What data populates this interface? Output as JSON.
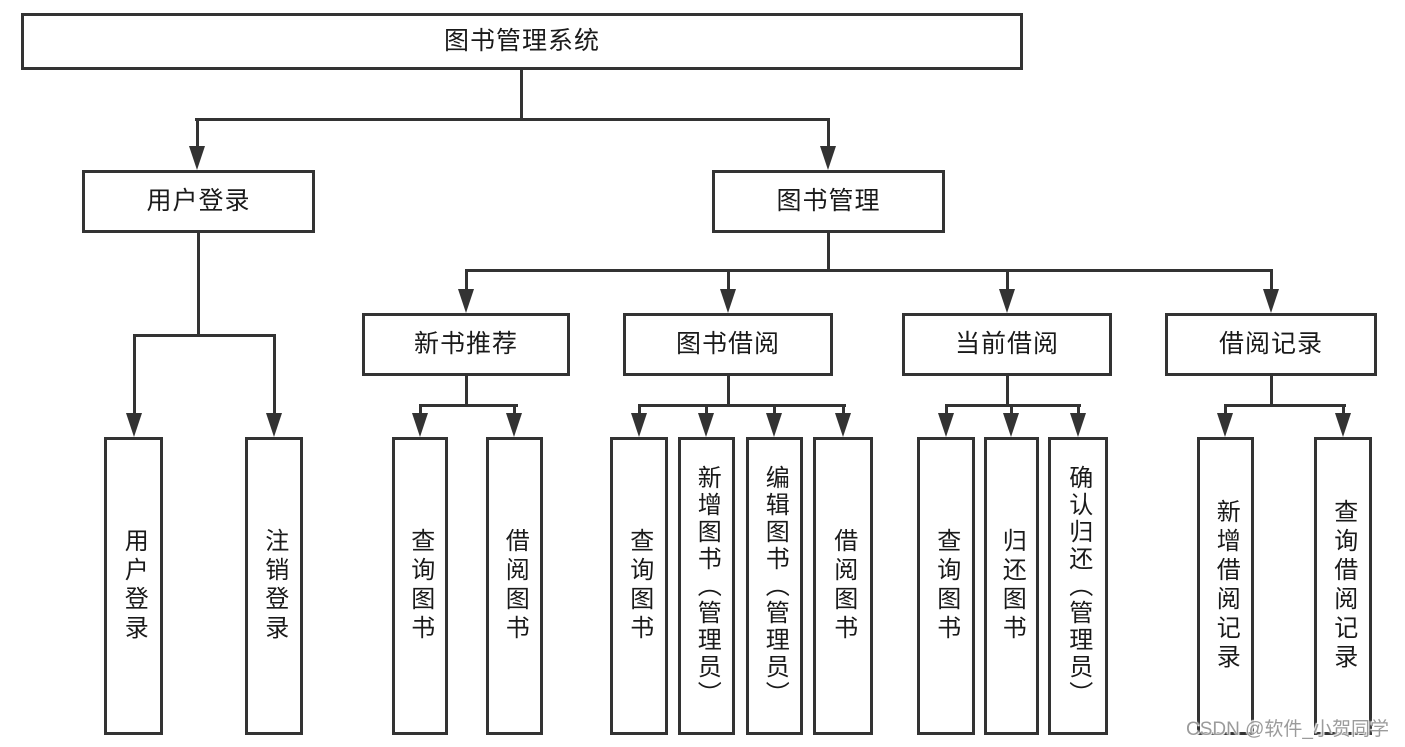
{
  "nodes": {
    "root": "图书管理系统",
    "user_login": "用户登录",
    "book_mgmt": "图书管理",
    "new_book_rec": "新书推荐",
    "book_borrow": "图书借阅",
    "current_borrow": "当前借阅",
    "borrow_records": "借阅记录",
    "leaf_user_login": "用户登录",
    "leaf_logout": "注销登录",
    "leaf_nb_query": "查询图书",
    "leaf_nb_borrow": "借阅图书",
    "leaf_bb_query": "查询图书",
    "leaf_bb_add": "新增图书（管理员）",
    "leaf_bb_edit": "编辑图书（管理员）",
    "leaf_bb_borrow": "借阅图书",
    "leaf_cb_query": "查询图书",
    "leaf_cb_return": "归还图书",
    "leaf_cb_confirm": "确认归还（管理员）",
    "leaf_br_add": "新增借阅记录",
    "leaf_br_query": "查询借阅记录"
  },
  "watermark": "CSDN @软件_小贺同学",
  "colors": {
    "line": "#333333",
    "text": "#1a1a1a",
    "background": "#ffffff",
    "watermark": "#9b9b9b"
  }
}
